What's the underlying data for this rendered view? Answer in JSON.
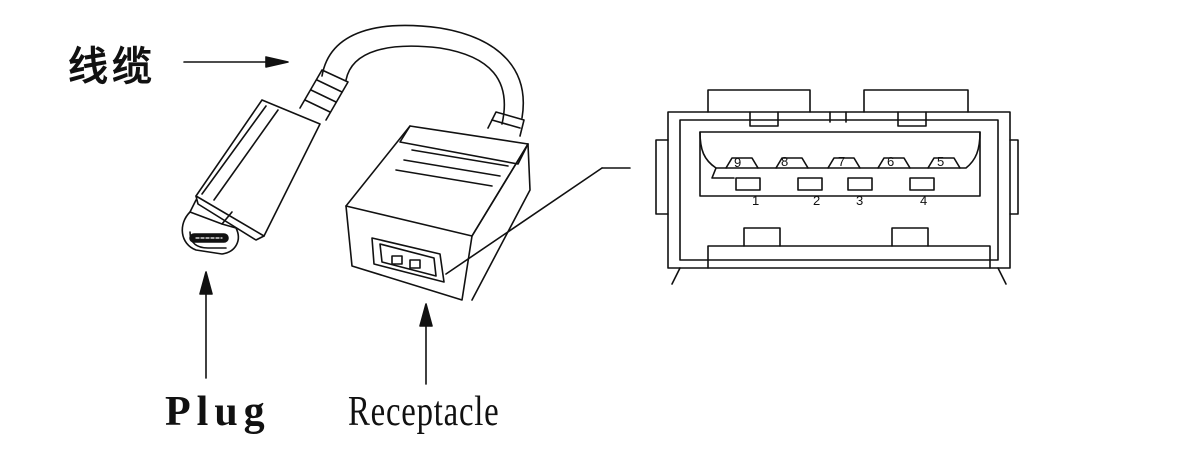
{
  "labels": {
    "cable": "线缆",
    "plug": "Plug",
    "receptacle": "Receptacle"
  },
  "pins": {
    "top_row": [
      "9",
      "8",
      "7",
      "6",
      "5"
    ],
    "bottom_row": [
      "1",
      "2",
      "3",
      "4"
    ]
  },
  "colors": {
    "line": "#111111",
    "background": "#ffffff"
  }
}
